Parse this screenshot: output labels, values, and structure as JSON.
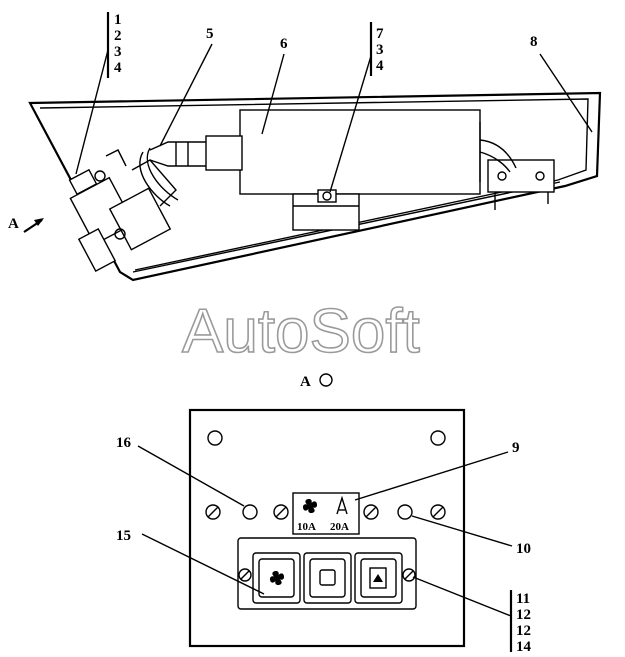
{
  "watermark": "AutoSoft",
  "view": {
    "letter": "A"
  },
  "callouts": {
    "c1": "1",
    "c2": "2",
    "c3": "3",
    "c4": "4",
    "c5": "5",
    "c6": "6",
    "c7": "7",
    "c7b": "3",
    "c7c": "4",
    "c8": "8",
    "c9": "9",
    "c10": "10",
    "c11": "11",
    "c12": "12",
    "c12b": "12",
    "c14": "14",
    "c15": "15",
    "c16": "16"
  },
  "fuse_labels": {
    "left": "10A",
    "right": "20A"
  },
  "icons": {
    "fuse_left": "fan-icon",
    "fuse_right": "wiper-icon",
    "switch_left": "fan-icon",
    "switch_center": "square-icon",
    "switch_right": "wiper-icon"
  },
  "colors": {
    "line": "#000000",
    "watermark_stroke": "#9a9a9a",
    "background": "#ffffff"
  }
}
